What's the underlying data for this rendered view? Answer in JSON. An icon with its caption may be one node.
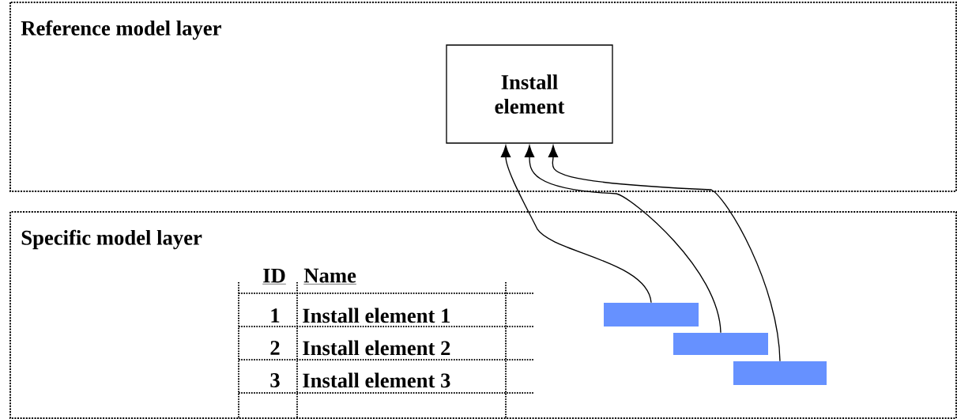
{
  "diagram": {
    "nodes": [
      {
        "text": [
          "Reference model layer"
        ]
      },
      {
        "text": [
          "Install element"
        ],
        "in": 0
      },
      {
        "text": [
          "Specific model layer"
        ]
      },
      {
        "text": [],
        "shape": "bar",
        "in": 2
      },
      {
        "text": [],
        "shape": "bar",
        "in": 2
      },
      {
        "text": [],
        "shape": "bar",
        "in": 2
      }
    ],
    "edges": [
      {
        "from": 3,
        "to": 1,
        "arrow": "to"
      },
      {
        "from": 4,
        "to": 1,
        "arrow": "to"
      },
      {
        "from": 5,
        "to": 1,
        "arrow": "to"
      }
    ],
    "labels": [
      "ID",
      "Name",
      "1",
      "Install element 1",
      "2",
      "Install element 2",
      "3",
      "Install element 3"
    ]
  }
}
